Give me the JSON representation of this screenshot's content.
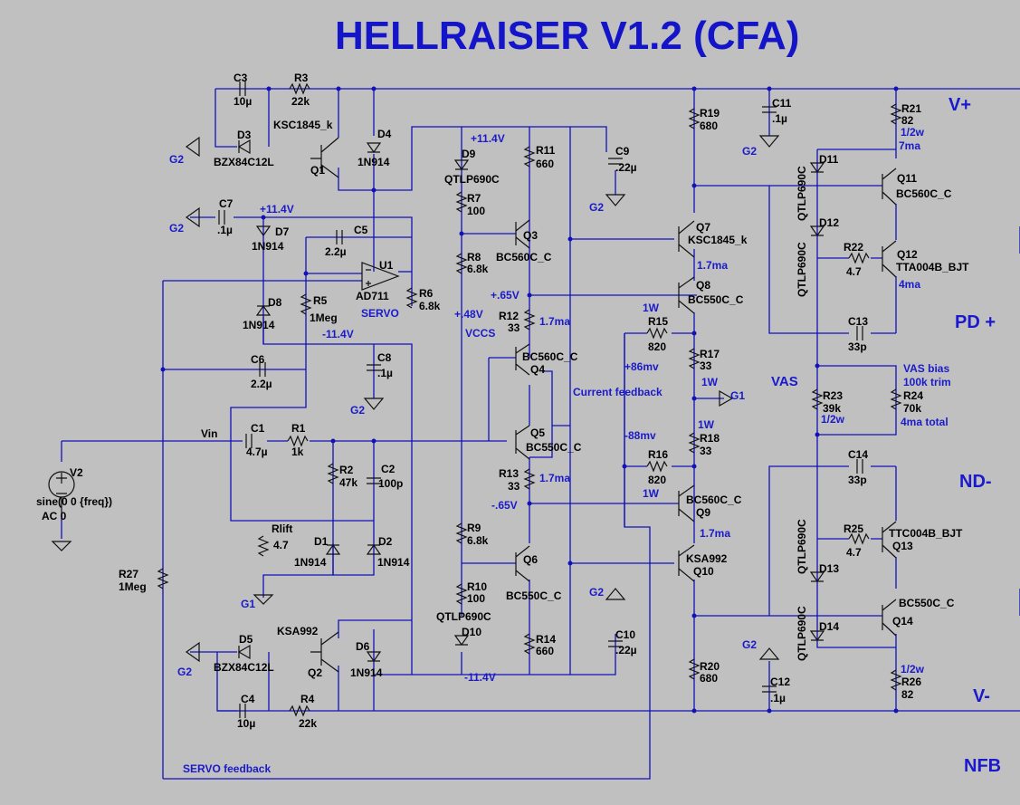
{
  "title": "HELLRAISER V1.2  (CFA)",
  "rails": {
    "vplus": "V+",
    "vminus": "V-",
    "pd": "PD +",
    "nd": "ND-",
    "nfb": "NFB",
    "vas": "VAS"
  },
  "nets": {
    "p114_a": "+11.4V",
    "p114_b": "+11.4V",
    "m114_a": "-11.4V",
    "m114_b": "-11.4V",
    "p065": "+.65V",
    "m065": "-.65V",
    "p048": "+.48V",
    "vccs": "VCCS",
    "servo": "SERVO",
    "servo_fb": "SERVO feedback",
    "current_fb": "Current feedback",
    "vin": "Vin",
    "p86": "+86mv",
    "m88": "-88mv",
    "ma_r12": "1.7ma",
    "ma_r13": "1.7ma",
    "ma_q8": "1.7ma",
    "ma_q9": "1.7ma",
    "w_r15": "1W",
    "w_r16": "1W",
    "w_r17": "1W",
    "w_r18": "1W",
    "ma7": "7ma",
    "ma4": "4ma",
    "r21w": "1/2w",
    "r26w": "1/2w",
    "r23w": "1/2w",
    "vasbias1": "VAS bias",
    "vasbias2": "100k trim",
    "total": "4ma total",
    "g2_a": "G2",
    "g2_b": "G2",
    "g2_c": "G2",
    "g2_d": "G2",
    "g2_e": "G2",
    "g2_f": "G2",
    "g2_g": "G2",
    "g2_h": "G2",
    "g1_a": "G1",
    "g1_b": "G1"
  },
  "parts": {
    "c3": [
      "C3",
      "10µ"
    ],
    "r3": [
      "R3",
      "22k"
    ],
    "q1": [
      "Q1",
      "KSC1845_k"
    ],
    "d3": [
      "D3",
      "BZX84C12L"
    ],
    "d4": [
      "D4",
      "1N914"
    ],
    "c7": [
      "C7",
      ".1µ"
    ],
    "d7": [
      "D7",
      "1N914"
    ],
    "c5": [
      "C5",
      "2.2µ"
    ],
    "u1": [
      "U1",
      "AD711"
    ],
    "r6": [
      "R6",
      "6.8k"
    ],
    "d8": [
      "D8",
      "1N914"
    ],
    "r5": [
      "R5",
      "1Meg"
    ],
    "c8": [
      "C8",
      ".1µ"
    ],
    "c6": [
      "C6",
      "2.2µ"
    ],
    "c1": [
      "C1",
      "4.7µ"
    ],
    "r1": [
      "R1",
      "1k"
    ],
    "r2": [
      "R2",
      "47k"
    ],
    "c2": [
      "C2",
      "100p"
    ],
    "rlift": [
      "Rlift",
      "4.7"
    ],
    "d1": [
      "D1",
      "1N914"
    ],
    "d2": [
      "D2",
      "1N914"
    ],
    "v2": [
      "V2",
      "sine(0 0 {freq})",
      "AC 0"
    ],
    "r27": [
      "R27",
      "1Meg"
    ],
    "d9": [
      "D9",
      "QTLP690C"
    ],
    "r11": [
      "R11",
      "660"
    ],
    "c9": [
      "C9",
      ".22µ"
    ],
    "r7": [
      "R7",
      "100"
    ],
    "q3": [
      "Q3",
      "BC560C_C"
    ],
    "r8": [
      "R8",
      "6.8k"
    ],
    "r12": [
      "R12",
      "33"
    ],
    "q4": [
      "Q4",
      "BC560C_C"
    ],
    "q5": [
      "Q5",
      "BC550C_C"
    ],
    "r13": [
      "R13",
      "33"
    ],
    "r9": [
      "R9",
      "6.8k"
    ],
    "q6": [
      "Q6",
      "BC550C_C"
    ],
    "r10": [
      "R10",
      "100"
    ],
    "d10": [
      "D10",
      "QTLP690C"
    ],
    "r14": [
      "R14",
      "660"
    ],
    "c10": [
      "C10",
      ".22µ"
    ],
    "q2": [
      "Q2",
      "KSA992"
    ],
    "d5": [
      "D5",
      "BZX84C12L"
    ],
    "d6": [
      "D6",
      "1N914"
    ],
    "c4": [
      "C4",
      "10µ"
    ],
    "r4": [
      "R4",
      "22k"
    ],
    "r19": [
      "R19",
      "680"
    ],
    "c11": [
      "C11",
      ".1µ"
    ],
    "q7": [
      "Q7",
      "KSC1845_k"
    ],
    "q8": [
      "Q8",
      "BC550C_C"
    ],
    "r15": [
      "R15",
      "820"
    ],
    "r17": [
      "R17",
      "33"
    ],
    "r18": [
      "R18",
      "33"
    ],
    "r16": [
      "R16",
      "820"
    ],
    "q9": [
      "Q9",
      "BC560C_C"
    ],
    "q10": [
      "Q10",
      "KSA992"
    ],
    "r20": [
      "R20",
      "680"
    ],
    "c12": [
      "C12",
      ".1µ"
    ],
    "r21": [
      "R21",
      "82"
    ],
    "d11": [
      "D11",
      "QTLP690C"
    ],
    "q11": [
      "Q11",
      "BC560C_C"
    ],
    "d12": [
      "D12",
      "QTLP690C"
    ],
    "r22": [
      "R22",
      "4.7"
    ],
    "q12": [
      "Q12",
      "TTA004B_BJT"
    ],
    "c13": [
      "C13",
      "33p"
    ],
    "r23": [
      "R23",
      "39k"
    ],
    "r24": [
      "R24",
      "70k"
    ],
    "c14": [
      "C14",
      "33p"
    ],
    "r25": [
      "R25",
      "4.7"
    ],
    "q13": [
      "Q13",
      "TTC004B_BJT"
    ],
    "d13": [
      "D13",
      "QTLP690C"
    ],
    "q14": [
      "Q14",
      "BC550C_C"
    ],
    "d14": [
      "D14",
      "QTLP690C"
    ],
    "r26": [
      "R26",
      "82"
    ]
  },
  "colors": {
    "background": "#c0c0c0",
    "wire": "#1212b8",
    "component": "#101010",
    "net_label": "#1a1acc"
  }
}
